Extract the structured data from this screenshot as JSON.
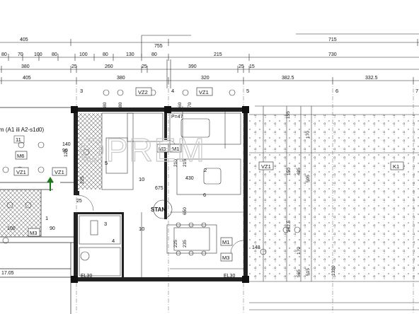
{
  "top_dimensions": {
    "row1": [
      "405",
      "715"
    ],
    "row2": [
      "80",
      "70",
      "100",
      "80",
      "100",
      "80",
      "130",
      "80",
      "215",
      "730"
    ],
    "row3": [
      "380",
      "25",
      "260",
      "25",
      "390",
      "25",
      "15"
    ],
    "row4": [
      "405",
      "380",
      "320",
      "382.5",
      "332.5"
    ],
    "top_small": "755"
  },
  "axis_labels": [
    "3",
    "4",
    "5",
    "6",
    "7"
  ],
  "tags": {
    "vz1": "VZ1",
    "vz2": "VZ2",
    "m1": "M1",
    "m3": "M3",
    "m6": "M6",
    "k1": "K1"
  },
  "room_text": {
    "side_label": "m (A1 ili A2-s1d0)",
    "room_11": "11",
    "room_stan": "STAN",
    "room_1": "1",
    "room_2": "2",
    "room_3": "3",
    "room_4": "4",
    "room_5": "5",
    "room_6": "6",
    "room_10": "10"
  },
  "inner_dimensions": {
    "d675": "675",
    "d430": "430",
    "d650": "650",
    "d235": "235",
    "d225": "225",
    "d215": "215",
    "d210": "210",
    "d170": "170",
    "d150": "150",
    "d485": "485",
    "d505": "505",
    "d262": "262.5",
    "d515": "515",
    "d1320": "1320",
    "d565": "565",
    "d120": "120",
    "d148": "148",
    "d70": "70",
    "d60": "60",
    "d80": "80",
    "d100": "100",
    "d140": "140",
    "d90": "90",
    "d25": "25",
    "d155": "155",
    "p47": "P=47",
    "el30": "EL30",
    "level": "17.05"
  },
  "watermark": "OPREM"
}
